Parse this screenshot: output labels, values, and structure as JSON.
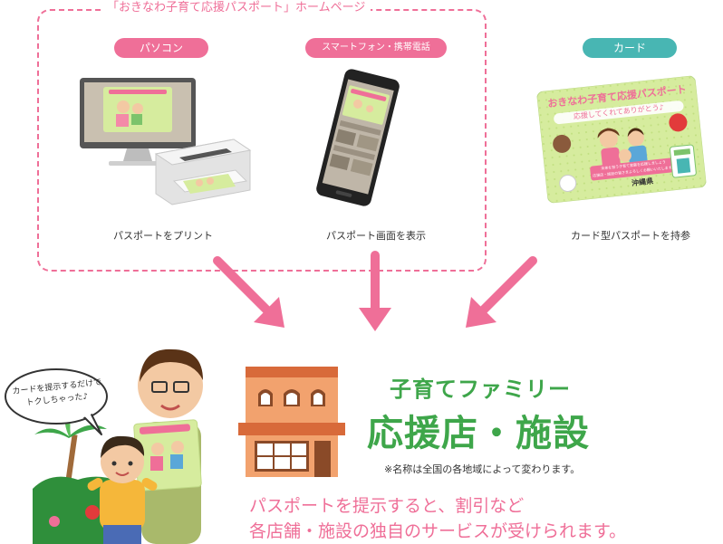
{
  "frame_title": "「おきなわ子育て応援パスポート」ホームページ",
  "channels": [
    {
      "label": "パソコン",
      "color": "#ef6f98",
      "caption": "パスポートをプリント"
    },
    {
      "label": "スマートフォン・携帯電話",
      "color": "#ef6f98",
      "caption": "パスポート画面を表示"
    },
    {
      "label": "カード",
      "color": "#48b6b3",
      "caption": "カード型パスポートを持参"
    }
  ],
  "card": {
    "title": "おきなわ子育て応援パスポート",
    "subtitle": "応援してくれてありがとう♪",
    "body_line1": "未来を担う子育て家庭を応援しましょう",
    "body_line2": "応援店・施設の皆さまよろしくお願いいたします。",
    "issuer": "沖縄県"
  },
  "family_shop": {
    "title_line1": "子育てファミリー",
    "title_line2": "応援店・施設",
    "note": "※名称は全国の各地域によって変わります。"
  },
  "speech": {
    "line1": "カードを提示するだけで",
    "line2": "トクしちゃった♪"
  },
  "benefit": {
    "line1": "パスポートを提示すると、割引など",
    "line2": "各店舗・施設の独自のサービスが受けられます。"
  },
  "colors": {
    "pink": "#ef6f98",
    "teal": "#48b6b3",
    "green": "#3ea64a",
    "orange": "#e98a5a",
    "card_bg": "#d6ec9e"
  }
}
